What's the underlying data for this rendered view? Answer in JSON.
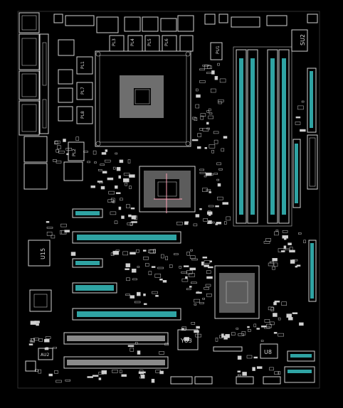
{
  "labels": {
    "su2": "SU2",
    "u15": "U15",
    "yu3": "YU3",
    "u8": "U8",
    "au2": "AU2",
    "pl3": "PL3",
    "pl4": "PL4",
    "pl5": "PL5",
    "pl6": "PL6",
    "pl2": "PL2",
    "pl1": "PL1",
    "pl7": "PL7",
    "pl8": "PL8",
    "pu1": "PU1"
  },
  "colors": {
    "background": "#000000",
    "silkscreen": "#d0d0d0",
    "teal_pins": "#2fa3a3",
    "pink_trace": "#ff9fb6"
  }
}
